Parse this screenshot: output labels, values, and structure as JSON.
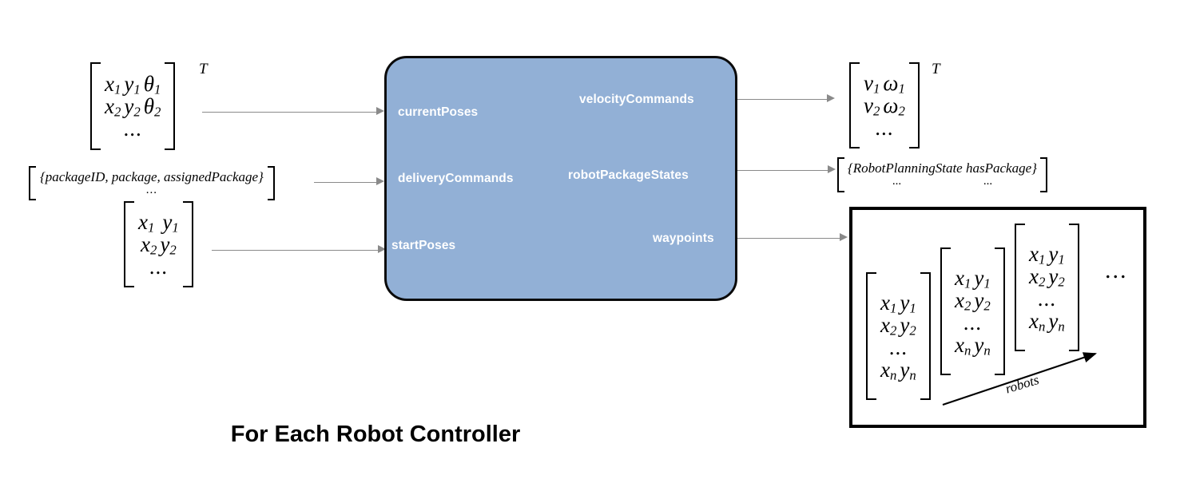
{
  "diagram": {
    "caption": "For Each Robot Controller",
    "block": {
      "fill_color": "#92b0d6",
      "border_color": "#0a0a0a",
      "input_ports": [
        {
          "label": "currentPoses"
        },
        {
          "label": "deliveryCommands"
        },
        {
          "label": "startPoses"
        }
      ],
      "output_ports": [
        {
          "label": "velocityCommands"
        },
        {
          "label": "robotPackageStates"
        },
        {
          "label": "waypoints"
        }
      ]
    },
    "inputs": [
      {
        "name": "currentPoses-matrix",
        "rows": [
          [
            "x",
            "1",
            "y",
            "1",
            "θ",
            "1"
          ],
          [
            "x",
            "2",
            "y",
            "2",
            "θ",
            "2"
          ]
        ],
        "ellipsis_row": "...",
        "superscript": "T"
      },
      {
        "name": "deliveryCommands-matrix",
        "text": "[{packageID, package, assignedPackage}",
        "open": "[",
        "body": "{packageID, package, assignedPackage}",
        "close": "]",
        "ellipsis_row": "..."
      },
      {
        "name": "startPoses-matrix",
        "rows": [
          [
            "x",
            "1",
            "y",
            "1"
          ],
          [
            "x",
            "2",
            "y",
            "2"
          ]
        ],
        "ellipsis_row": "...",
        "superscript": ""
      }
    ],
    "outputs": [
      {
        "name": "velocityCommands-matrix",
        "rows": [
          [
            "v",
            "1",
            "ω",
            "1"
          ],
          [
            "v",
            "2",
            "ω",
            "2"
          ]
        ],
        "ellipsis_row": "...",
        "superscript": "T"
      },
      {
        "name": "robotPackageStates-matrix",
        "open": "[",
        "body": "{RobotPlanningState   hasPackage}",
        "close": "]",
        "ellipsis_left": "...",
        "ellipsis_right": "..."
      }
    ],
    "waypoints": {
      "matrix_labels": {
        "r1": [
          "x",
          "1",
          "y",
          "1"
        ],
        "r2": [
          "x",
          "2",
          "y",
          "2"
        ],
        "dots": "...",
        "rn": [
          "x",
          "n",
          "y",
          "n"
        ]
      },
      "trailing_dots": "...",
      "axis_label": "robots"
    }
  },
  "symbols": {
    "x": "x",
    "y": "y",
    "v": "v",
    "theta": "θ",
    "omega": "ω",
    "n": "n",
    "one": "1",
    "two": "2",
    "transpose": "T",
    "dots": "..."
  }
}
